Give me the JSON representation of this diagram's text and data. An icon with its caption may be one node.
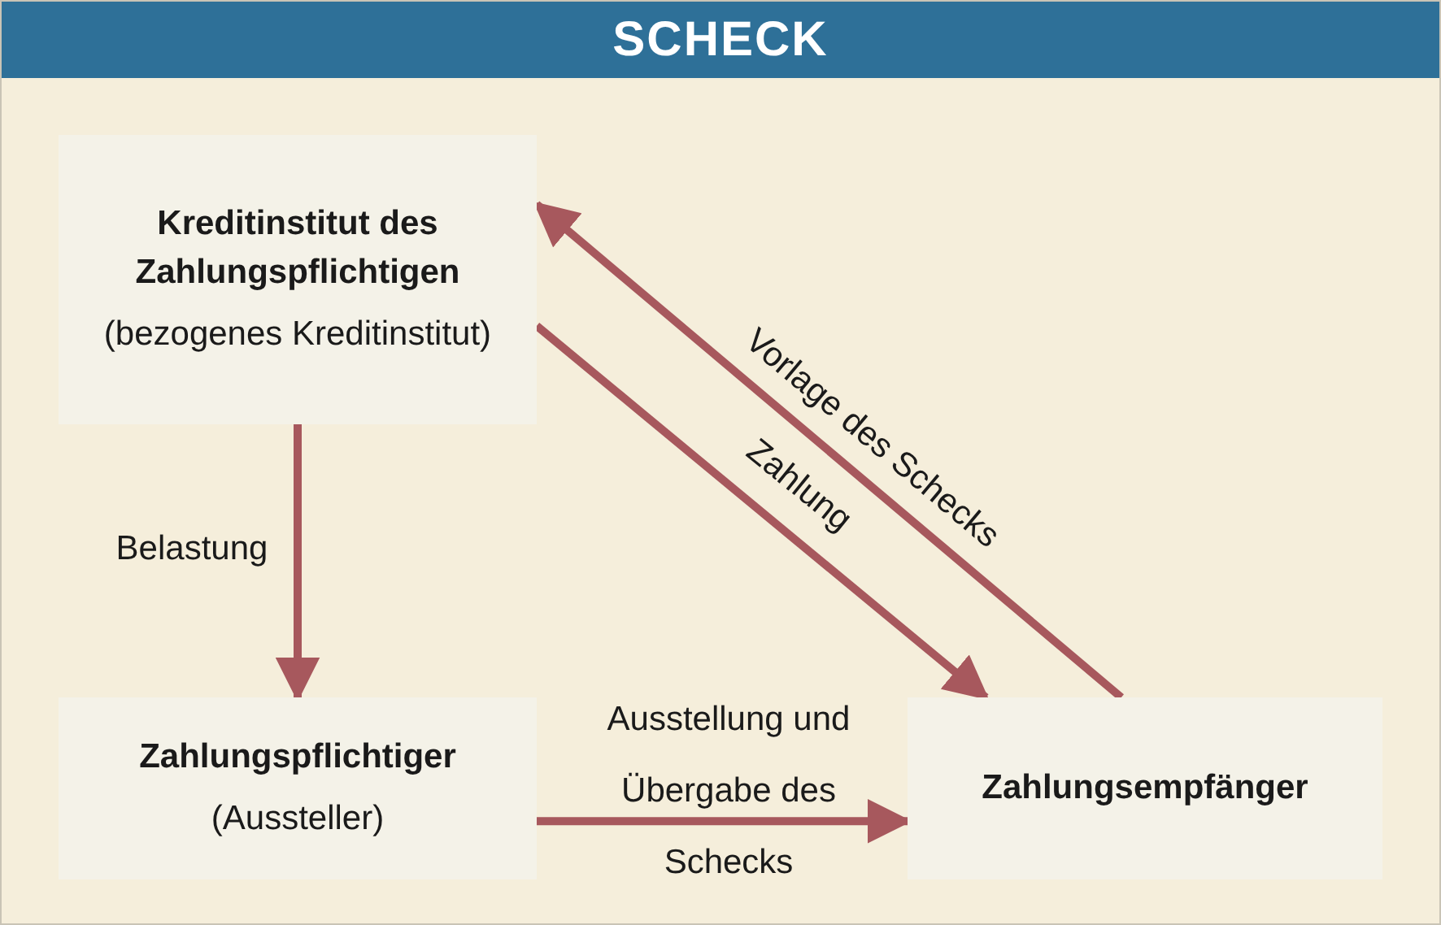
{
  "diagram": {
    "title": "SCHECK",
    "nodes": [
      {
        "text": [
          "Kreditinstitut des Zahlungspflichtigen",
          "(bezogenes Kreditinstitut)"
        ]
      },
      {
        "text": [
          "Zahlungspflichtiger",
          "(Aussteller)"
        ]
      },
      {
        "text": [
          "Zahlungsempfänger"
        ]
      }
    ],
    "edges": [
      {
        "from": 0,
        "to": 1,
        "arrow": "to",
        "label": "Belastung"
      },
      {
        "from": 1,
        "to": 2,
        "arrow": "to",
        "label": "Ausstellung und Übergabe des Schecks"
      },
      {
        "from": 0,
        "to": 2,
        "arrow": "to",
        "label": "Zahlung"
      },
      {
        "from": 2,
        "to": 0,
        "arrow": "to",
        "label": "Vorlage des Schecks"
      }
    ]
  }
}
